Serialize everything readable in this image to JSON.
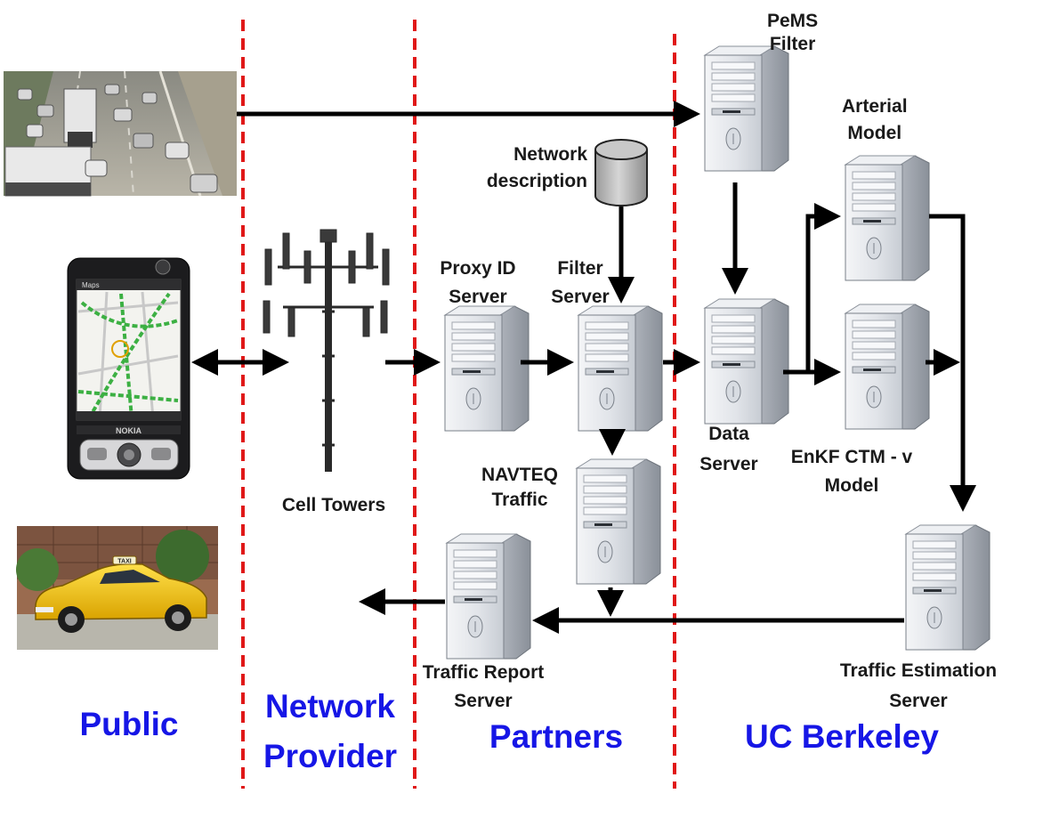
{
  "zones": {
    "public": "Public",
    "network_provider_1": "Network",
    "network_provider_2": "Provider",
    "partners": "Partners",
    "uc_berkeley": "UC Berkeley"
  },
  "nodes": {
    "pems_filter_1": "PeMS",
    "pems_filter_2": "Filter",
    "arterial_model_1": "Arterial",
    "arterial_model_2": "Model",
    "network_description_1": "Network",
    "network_description_2": "description",
    "proxy_id_server_1": "Proxy ID",
    "proxy_id_server_2": "Server",
    "filter_server_1": "Filter",
    "filter_server_2": "Server",
    "data_server_1": "Data",
    "data_server_2": "Server",
    "enkf_model_1": "EnKF CTM - v",
    "enkf_model_2": "Model",
    "navteq_traffic_1": "NAVTEQ",
    "navteq_traffic_2": "Traffic",
    "cell_towers": "Cell Towers",
    "traffic_report_server_1": "Traffic Report",
    "traffic_report_server_2": "Server",
    "traffic_estimation_server_1": "Traffic Estimation",
    "traffic_estimation_server_2": "Server"
  },
  "phone": {
    "brand": "NOKIA",
    "app_title": "Maps"
  },
  "taxi": {
    "roof_sign": "TAXI"
  },
  "colors": {
    "zone_text": "#1616e6",
    "divider": "#e01818",
    "arrow": "#000000",
    "taxi": "#f2c20f"
  }
}
